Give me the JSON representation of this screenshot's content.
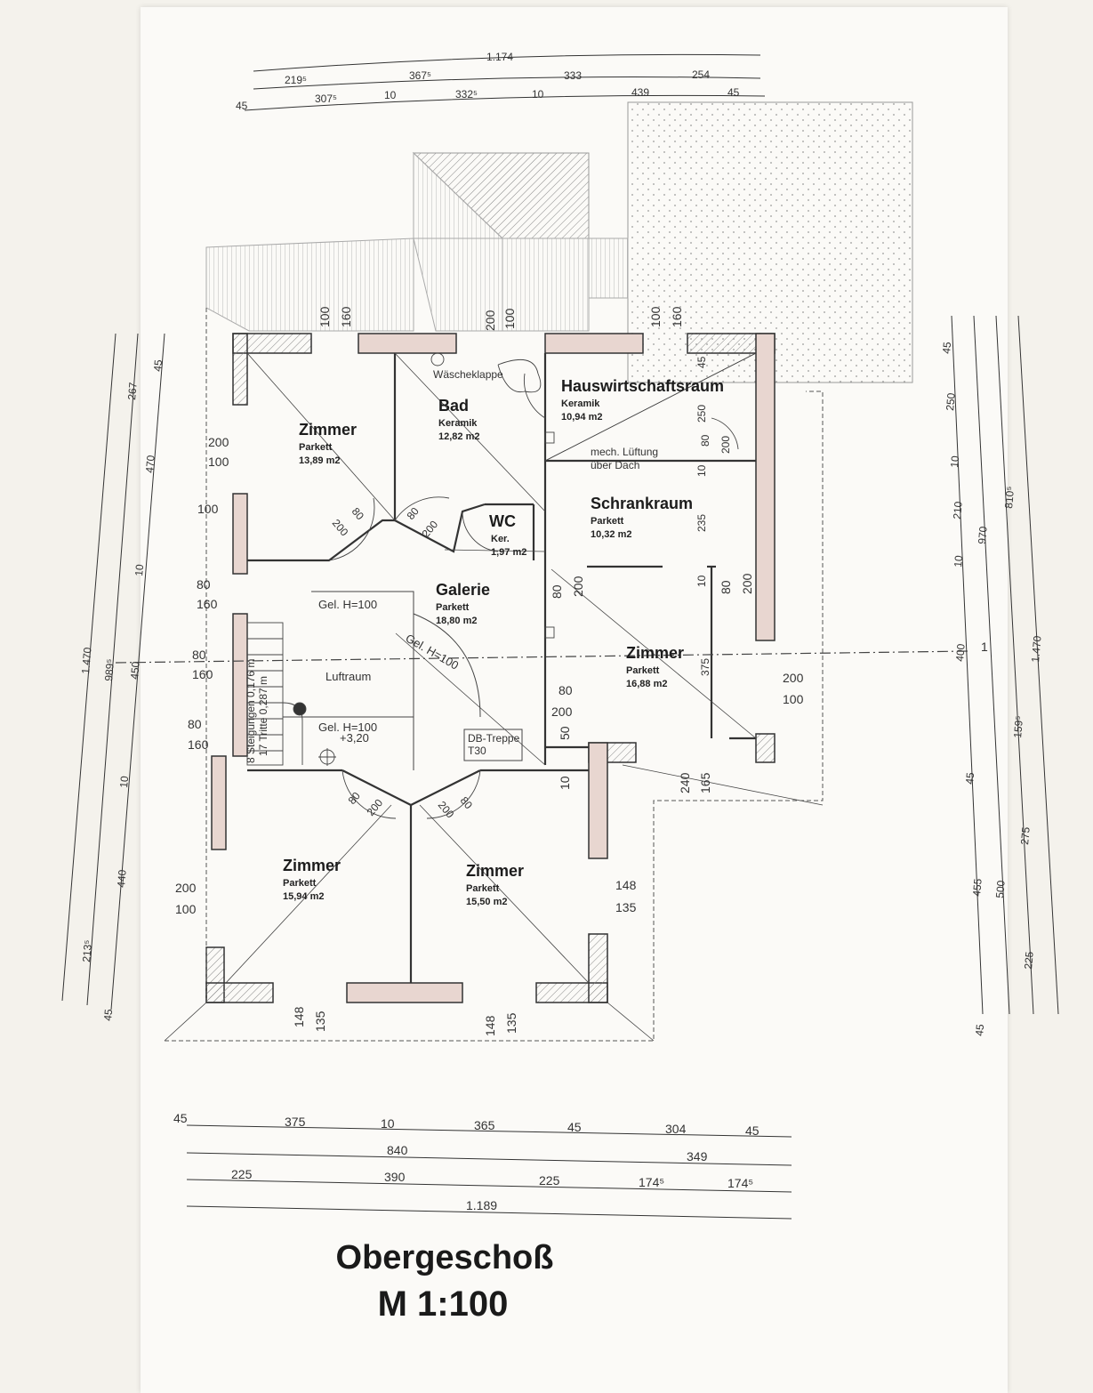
{
  "title": {
    "line1": "Obergeschoß",
    "line2": "M 1:100"
  },
  "rooms": [
    {
      "name": "Zimmer",
      "floor": "Parkett",
      "area": "13,89 m2"
    },
    {
      "name": "Bad",
      "floor": "Keramik",
      "area": "12,82 m2"
    },
    {
      "name": "Hauswirtschaftsraum",
      "floor": "Keramik",
      "area": "10,94 m2"
    },
    {
      "name": "Schrankraum",
      "floor": "Parkett",
      "area": "10,32 m2"
    },
    {
      "name": "WC",
      "floor": "Ker.",
      "area": "1,97 m2"
    },
    {
      "name": "Galerie",
      "floor": "Parkett",
      "area": "18,80 m2"
    },
    {
      "name": "Zimmer",
      "floor": "Parkett",
      "area": "16,88 m2"
    },
    {
      "name": "Zimmer",
      "floor": "Parkett",
      "area": "15,94 m2"
    },
    {
      "name": "Zimmer",
      "floor": "Parkett",
      "area": "15,50 m2"
    }
  ],
  "notes": {
    "waeschklappe": "Wäscheklappe",
    "lueftung1": "mech. Lüftung",
    "lueftung2": "über Dach",
    "gel1": "Gel. H=100",
    "gel2": "Gel. H=100",
    "gel3": "Gel. H=100",
    "luftraum": "Luftraum",
    "level": "+3,20",
    "treppe1": "DB-Treppe",
    "treppe2": "T30",
    "stair1": "8 Steigungen 0,176 m",
    "stair2": "17 Tritte 0,287 m",
    "section_mark": "1"
  },
  "dims_top": {
    "row1": [
      "1.174"
    ],
    "row2": [
      "219⁵",
      "367⁵",
      "333",
      "254"
    ],
    "row3": [
      "45",
      "307⁵",
      "10",
      "332⁵",
      "10",
      "439",
      "45"
    ]
  },
  "dims_bottom": {
    "row1": [
      "45",
      "375",
      "10",
      "365",
      "45",
      "304",
      "45"
    ],
    "row2": [
      "840",
      "349"
    ],
    "row3": [
      "225",
      "390",
      "225",
      "174⁵",
      "174⁵"
    ],
    "row4": [
      "1.189"
    ]
  },
  "dims_left": [
    "1.470",
    "989⁵",
    "450",
    "267",
    "45",
    "470",
    "10",
    "10",
    "440",
    "213⁵",
    "45"
  ],
  "dims_right": [
    "45",
    "250",
    "10",
    "210",
    "810⁵",
    "970",
    "10",
    "400",
    "1.470",
    "159⁵",
    "45",
    "455",
    "500",
    "275",
    "225",
    "45"
  ],
  "wall_labels": {
    "w100a": "100",
    "w160a": "160",
    "w200a": "200",
    "w100b": "100",
    "w100c": "100",
    "w160b": "160",
    "l200": "200",
    "l100": "100",
    "l100b": "100",
    "l80a": "80",
    "l160a": "160",
    "l80b": "80",
    "l160b": "160",
    "l80c": "80",
    "l160c": "160",
    "l200b": "200",
    "l100c": "100",
    "r45": "45",
    "r250": "250",
    "r80": "80",
    "r200": "200",
    "r10": "10",
    "r235": "235",
    "r10b": "10",
    "r80b": "80",
    "r200b": "200",
    "r375": "375",
    "r200c": "200",
    "r100c": "100",
    "r240": "240",
    "r165": "165",
    "r148": "148",
    "r135": "135",
    "g80": "80",
    "g200": "200",
    "g80b": "80",
    "g200b": "200",
    "g50": "50",
    "g10": "10",
    "b148a": "148",
    "b135a": "135",
    "b148b": "148",
    "b135b": "135",
    "d80a": "80",
    "d200a": "200",
    "d80b": "80",
    "d200b": "200",
    "d80c": "80",
    "d200c": "200",
    "d80d": "80",
    "d200d": "200"
  }
}
